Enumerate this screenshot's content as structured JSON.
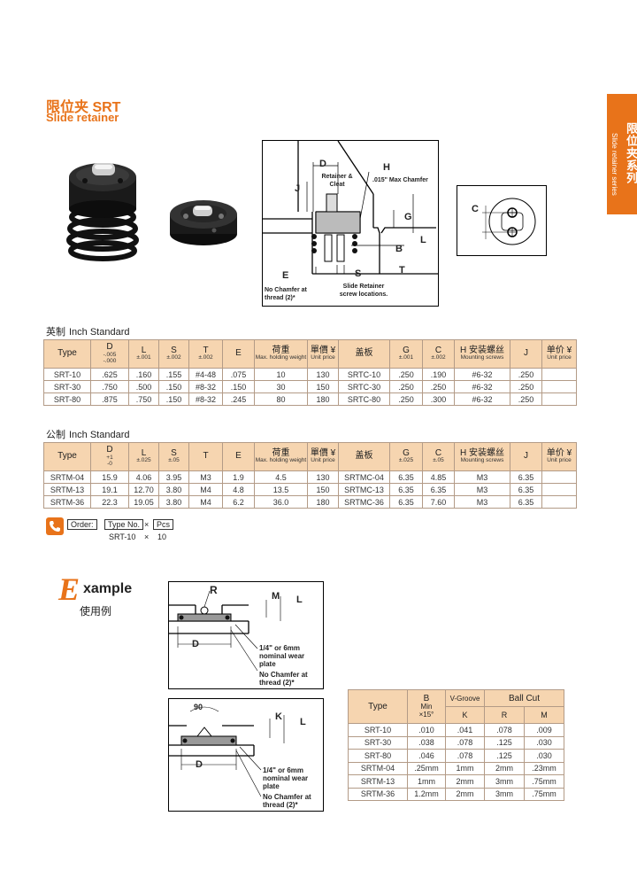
{
  "header": {
    "title_cn": "限位夹 SRT",
    "title_en": "Slide retainer",
    "side_cn": "限位夹系列",
    "side_en": "Slide retainer series"
  },
  "diagram": {
    "d_label": "D",
    "h_label": "H",
    "retainer_label": "Retainer & Cleat",
    "chamfer_label": ".015\" Max Chamfer",
    "j_label": "J",
    "g_label": "G",
    "l_label": "L",
    "b_label": "B",
    "e_label": "E",
    "s_label": "S",
    "t_label": "T",
    "no_chamfer_label": "No Chamfer at thread (2)*",
    "screw_label": "Slide Retainer screw locations.",
    "c_label": "C"
  },
  "inch_table": {
    "section_cn": "英制",
    "section_en": "Inch Standard",
    "headers": [
      {
        "main": "Type",
        "sub": ""
      },
      {
        "main": "D",
        "sub": "-.005\n-.000"
      },
      {
        "main": "L",
        "sub": "±.001"
      },
      {
        "main": "S",
        "sub": "±.002"
      },
      {
        "main": "T",
        "sub": "±.002"
      },
      {
        "main": "E",
        "sub": ""
      },
      {
        "main": "荷重",
        "sub": "Max. holding weight"
      },
      {
        "main": "單價 ¥",
        "sub": "Unit price"
      },
      {
        "main": "盖板",
        "sub": ""
      },
      {
        "main": "G",
        "sub": "±.001"
      },
      {
        "main": "C",
        "sub": "±.002"
      },
      {
        "main": "H 安装螺丝",
        "sub": "Mounting screws"
      },
      {
        "main": "J",
        "sub": ""
      },
      {
        "main": "单价 ¥",
        "sub": "Unit price"
      }
    ],
    "rows": [
      [
        "SRT-10",
        ".625",
        ".160",
        ".155",
        "#4-48",
        ".075",
        "10",
        "130",
        "SRTC-10",
        ".250",
        ".190",
        "#6-32",
        ".250",
        ""
      ],
      [
        "SRT-30",
        ".750",
        ".500",
        ".150",
        "#8-32",
        ".150",
        "30",
        "150",
        "SRTC-30",
        ".250",
        ".250",
        "#6-32",
        ".250",
        ""
      ],
      [
        "SRT-80",
        ".875",
        ".750",
        ".150",
        "#8-32",
        ".245",
        "80",
        "180",
        "SRTC-80",
        ".250",
        ".300",
        "#6-32",
        ".250",
        ""
      ]
    ]
  },
  "metric_table": {
    "section_cn": "公制",
    "section_en": "Inch Standard",
    "headers": [
      {
        "main": "Type",
        "sub": ""
      },
      {
        "main": "D",
        "sub": "+1\n-0"
      },
      {
        "main": "L",
        "sub": "±.025"
      },
      {
        "main": "S",
        "sub": "±.05"
      },
      {
        "main": "T",
        "sub": ""
      },
      {
        "main": "E",
        "sub": ""
      },
      {
        "main": "荷重",
        "sub": "Max. holding weight"
      },
      {
        "main": "單價 ¥",
        "sub": "Unit price"
      },
      {
        "main": "盖板",
        "sub": ""
      },
      {
        "main": "G",
        "sub": "±.025"
      },
      {
        "main": "C",
        "sub": "±.05"
      },
      {
        "main": "H 安装螺丝",
        "sub": "Mounting screws"
      },
      {
        "main": "J",
        "sub": ""
      },
      {
        "main": "单价 ¥",
        "sub": "Unit price"
      }
    ],
    "rows": [
      [
        "SRTM-04",
        "15.9",
        "4.06",
        "3.95",
        "M3",
        "1.9",
        "4.5",
        "130",
        "SRTMC-04",
        "6.35",
        "4.85",
        "M3",
        "6.35",
        ""
      ],
      [
        "SRTM-13",
        "19.1",
        "12.70",
        "3.80",
        "M4",
        "4.8",
        "13.5",
        "150",
        "SRTMC-13",
        "6.35",
        "6.35",
        "M3",
        "6.35",
        ""
      ],
      [
        "SRTM-36",
        "22.3",
        "19.05",
        "3.80",
        "M4",
        "6.2",
        "36.0",
        "180",
        "SRTMC-36",
        "6.35",
        "7.60",
        "M3",
        "6.35",
        ""
      ]
    ]
  },
  "order": {
    "order_label": "Order:",
    "type_label": "Type No.",
    "times": "×",
    "pcs_label": "Pcs",
    "example_type": "SRT-10",
    "example_times": "×",
    "example_qty": "10"
  },
  "example": {
    "e_letter": "E",
    "word": "xample",
    "cn": "使用例",
    "diagram1": {
      "r_label": "R",
      "m_label": "M",
      "l_label": "L",
      "d_label": "D",
      "plate_label": "1/4\" or 6mm nominal wear plate",
      "chamfer_label": "No Chamfer at thread (2)*"
    },
    "diagram2": {
      "angle_label": "90",
      "k_label": "K",
      "l_label": "L",
      "d_label": "D",
      "plate_label": "1/4\" or 6mm nominal wear plate",
      "chamfer_label": "No Chamfer at thread (2)*"
    }
  },
  "ball_table": {
    "h_type": "Type",
    "h_b": "B",
    "h_b_min": "Min",
    "h_b_angle": "×15°",
    "h_vgroove": "V-Groove",
    "h_ballcut": "Ball Cut",
    "h_k": "K",
    "h_r": "R",
    "h_m": "M",
    "rows": [
      [
        "SRT-10",
        ".010",
        ".041",
        ".078",
        ".009"
      ],
      [
        "SRT-30",
        ".038",
        ".078",
        ".125",
        ".030"
      ],
      [
        "SRT-80",
        ".046",
        ".078",
        ".125",
        ".030"
      ],
      [
        "SRTM-04",
        ".25mm",
        "1mm",
        "2mm",
        ".23mm"
      ],
      [
        "SRTM-13",
        "1mm",
        "2mm",
        "3mm",
        ".75mm"
      ],
      [
        "SRTM-36",
        "1.2mm",
        "2mm",
        "3mm",
        ".75mm"
      ]
    ]
  },
  "colors": {
    "accent": "#e8731a",
    "table_header": "#f6d5b0",
    "border": "#b39b87"
  }
}
